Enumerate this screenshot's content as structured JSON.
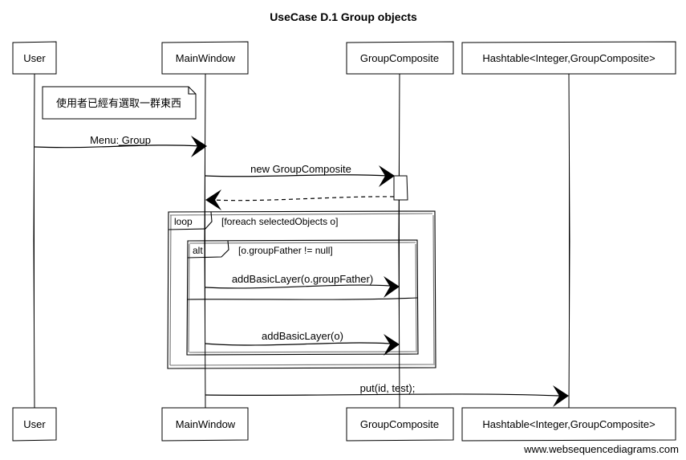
{
  "title": "UseCase D.1 Group objects",
  "participants": [
    {
      "id": "user",
      "label": "User"
    },
    {
      "id": "mainwindow",
      "label": "MainWindow"
    },
    {
      "id": "groupcomposite",
      "label": "GroupComposite"
    },
    {
      "id": "hashtable",
      "label": "Hashtable<Integer,GroupComposite>"
    }
  ],
  "note": {
    "text": "使用者已經有選取一群東西"
  },
  "messages": [
    {
      "id": "menu-group",
      "label": "Menu: Group"
    },
    {
      "id": "new-groupcomposite",
      "label": "new GroupComposite"
    },
    {
      "id": "return-groupcomposite",
      "label": ""
    },
    {
      "id": "add-basic-layer-father",
      "label": "addBasicLayer(o.groupFather)"
    },
    {
      "id": "add-basic-layer",
      "label": "addBasicLayer(o)"
    },
    {
      "id": "put-id-test",
      "label": "put(id, test);"
    }
  ],
  "fragments": {
    "loop": {
      "keyword": "loop",
      "guard": "[foreach selectedObjects o]"
    },
    "alt": {
      "keyword": "alt",
      "guard": "[o.groupFather != null]"
    }
  },
  "watermark": "www.websequencediagrams.com"
}
